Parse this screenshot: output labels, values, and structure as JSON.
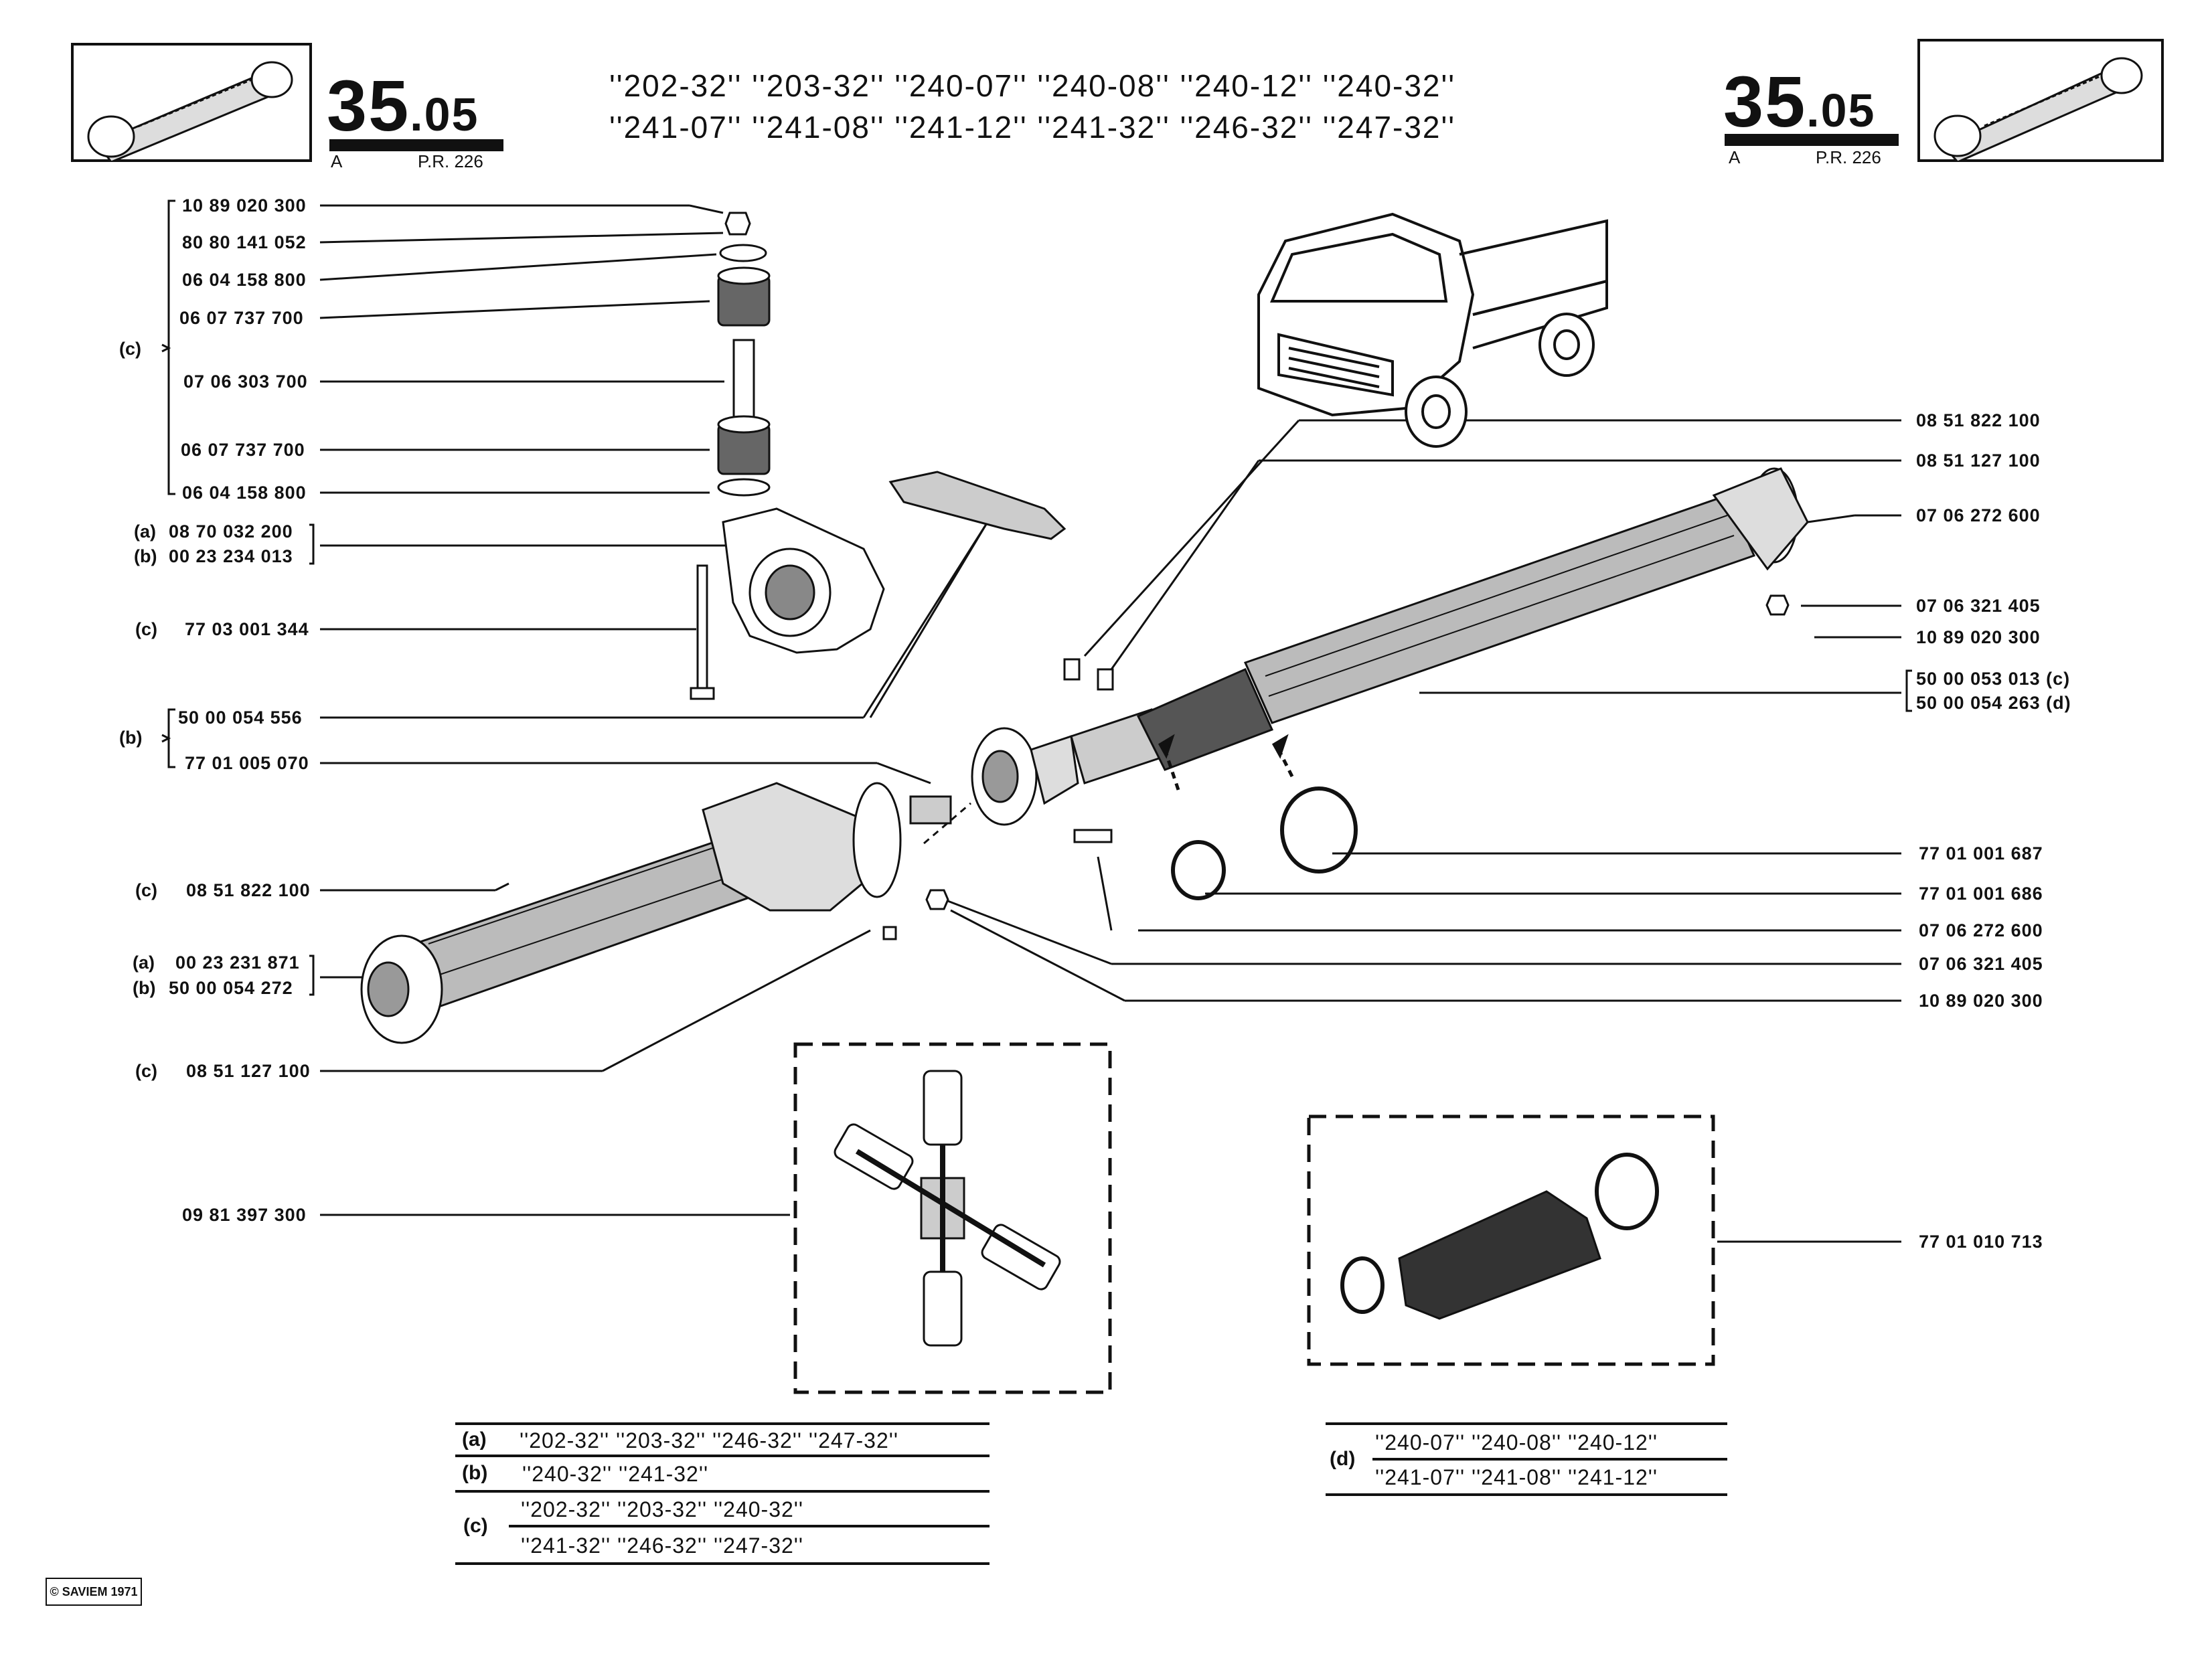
{
  "header": {
    "section_left": "35",
    "section_left_dec": ".05",
    "section_right": "35",
    "section_right_dec": ".05",
    "left_letter": "A",
    "left_ref": "P.R. 226",
    "right_letter": "A",
    "right_ref": "P.R. 226",
    "models_line1": "''202-32''  ''203-32''  ''240-07''  ''240-08''  ''240-12''  ''240-32''",
    "models_line2": "''241-07''  ''241-08''  ''241-12'' ''241-32''  ''246-32''  ''247-32''"
  },
  "left_parts": [
    {
      "id": "lp1",
      "tag": "",
      "number": "10 89 020 300"
    },
    {
      "id": "lp2",
      "tag": "",
      "number": "80 80 141 052"
    },
    {
      "id": "lp3",
      "tag": "",
      "number": "06 04 158 800"
    },
    {
      "id": "lp4",
      "tag": "",
      "number": "06 07 737 700"
    },
    {
      "id": "lp5",
      "tag": "",
      "number": "07 06 303 700"
    },
    {
      "id": "lp6",
      "tag": "",
      "number": "06 07 737 700"
    },
    {
      "id": "lp7",
      "tag": "",
      "number": "06 04 158 800"
    },
    {
      "id": "lp8",
      "tag": "(a)",
      "number": "08 70 032 200"
    },
    {
      "id": "lp9",
      "tag": "(b)",
      "number": "00 23 234 013"
    },
    {
      "id": "lp10",
      "tag": "(c)",
      "number": "77 03 001 344"
    },
    {
      "id": "lp11",
      "tag": "",
      "number": "50 00 054 556"
    },
    {
      "id": "lp12",
      "tag": "",
      "number": "77 01 005 070"
    },
    {
      "id": "lp13",
      "tag": "(c)",
      "number": "08 51 822 100"
    },
    {
      "id": "lp14",
      "tag": "(a)",
      "number": "00 23 231 871"
    },
    {
      "id": "lp15",
      "tag": "(b)",
      "number": "50 00 054 272"
    },
    {
      "id": "lp16",
      "tag": "(c)",
      "number": "08 51 127 100"
    },
    {
      "id": "lp17",
      "tag": "",
      "number": "09 81 397 300"
    }
  ],
  "left_group_tags": {
    "group_c": "(c)",
    "group_b": "(b)"
  },
  "right_parts": [
    {
      "id": "rp1",
      "number": "08 51 822 100"
    },
    {
      "id": "rp2",
      "number": "08 51 127 100"
    },
    {
      "id": "rp3",
      "number": "07 06 272 600"
    },
    {
      "id": "rp4",
      "number": "07 06 321 405"
    },
    {
      "id": "rp5",
      "number": "10 89 020 300"
    },
    {
      "id": "rp6",
      "number": "50 00 053 013  (c)"
    },
    {
      "id": "rp7",
      "number": "50 00 054 263  (d)"
    },
    {
      "id": "rp8",
      "number": "77 01 001 687"
    },
    {
      "id": "rp9",
      "number": "77 01 001 686"
    },
    {
      "id": "rp10",
      "number": "07 06 272 600"
    },
    {
      "id": "rp11",
      "number": "07 06 321 405"
    },
    {
      "id": "rp12",
      "number": "10 89 020 300"
    },
    {
      "id": "rp13",
      "number": "77 01 010 713"
    }
  ],
  "legend_left": {
    "a_tag": "(a)",
    "a_text": "''202-32''  ''203-32''  ''246-32''  ''247-32''",
    "b_tag": "(b)",
    "b_text": "''240-32''  ''241-32''",
    "c_tag": "(c)",
    "c_text1": "''202-32''  ''203-32''  ''240-32''",
    "c_text2": "''241-32''  ''246-32''  ''247-32''"
  },
  "legend_right": {
    "d_tag": "(d)",
    "d_text1": "''240-07''  ''240-08''  ''240-12''",
    "d_text2": "''241-07''  ''241-08''  ''241-12''"
  },
  "copyright": "© SAVIEM 1971"
}
